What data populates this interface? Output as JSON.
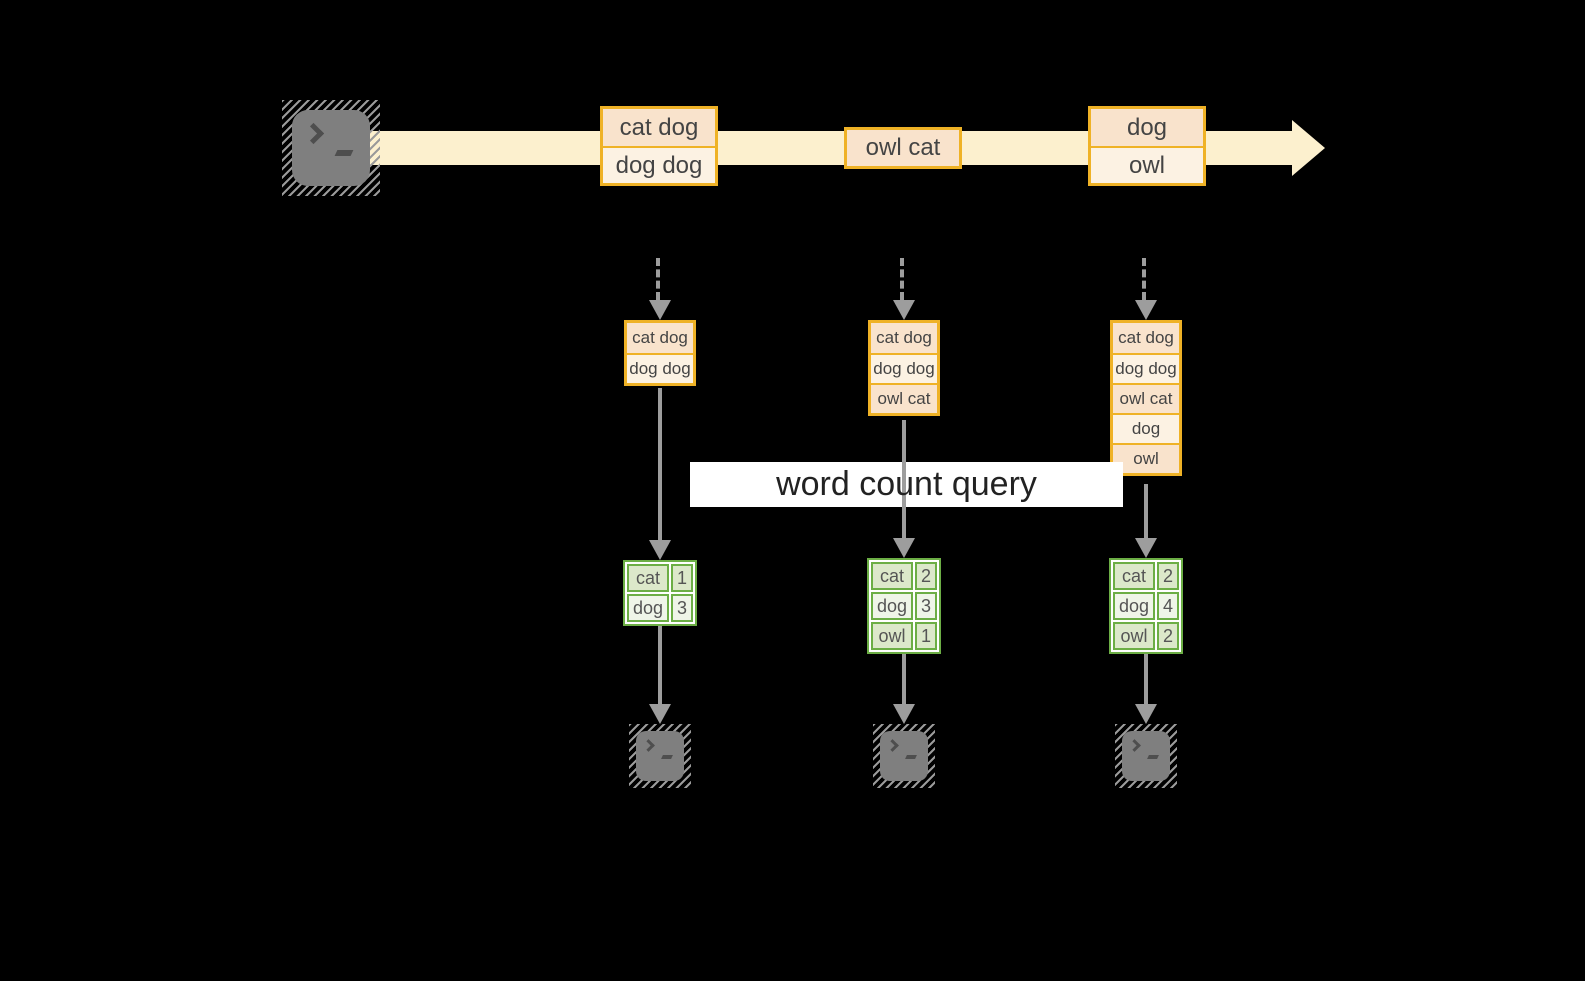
{
  "query_label": "word count query",
  "stream": {
    "batches": [
      {
        "records": [
          "cat dog",
          "dog dog"
        ]
      },
      {
        "records": [
          "owl cat"
        ]
      },
      {
        "records": [
          "dog",
          "owl"
        ]
      }
    ]
  },
  "pipelines": [
    {
      "state": [
        "cat dog",
        "dog dog"
      ],
      "counts": [
        {
          "word": "cat",
          "count": "1"
        },
        {
          "word": "dog",
          "count": "3"
        }
      ]
    },
    {
      "state": [
        "cat dog",
        "dog dog",
        "owl cat"
      ],
      "counts": [
        {
          "word": "cat",
          "count": "2"
        },
        {
          "word": "dog",
          "count": "3"
        },
        {
          "word": "owl",
          "count": "1"
        }
      ]
    },
    {
      "state": [
        "cat dog",
        "dog dog",
        "owl cat",
        "dog",
        "owl"
      ],
      "counts": [
        {
          "word": "cat",
          "count": "2"
        },
        {
          "word": "dog",
          "count": "4"
        },
        {
          "word": "owl",
          "count": "2"
        }
      ]
    }
  ],
  "icons": {
    "source": "terminal-icon",
    "sinks": [
      "terminal-icon",
      "terminal-icon",
      "terminal-icon"
    ]
  },
  "colors": {
    "background": "#000000",
    "stream_fill": "#FCF0CE",
    "box_border": "#EFB226",
    "box_fill_dark": "#F9E3CC",
    "box_fill_light": "#FCF2E3",
    "table_border": "#6CAE45",
    "table_fill_dark": "#DCE8CA",
    "table_fill_light": "#EFF5E8",
    "arrow_gray": "#9D9D9D",
    "terminal_gray": "#7F7F7F",
    "query_band": "#FFFFFF"
  }
}
